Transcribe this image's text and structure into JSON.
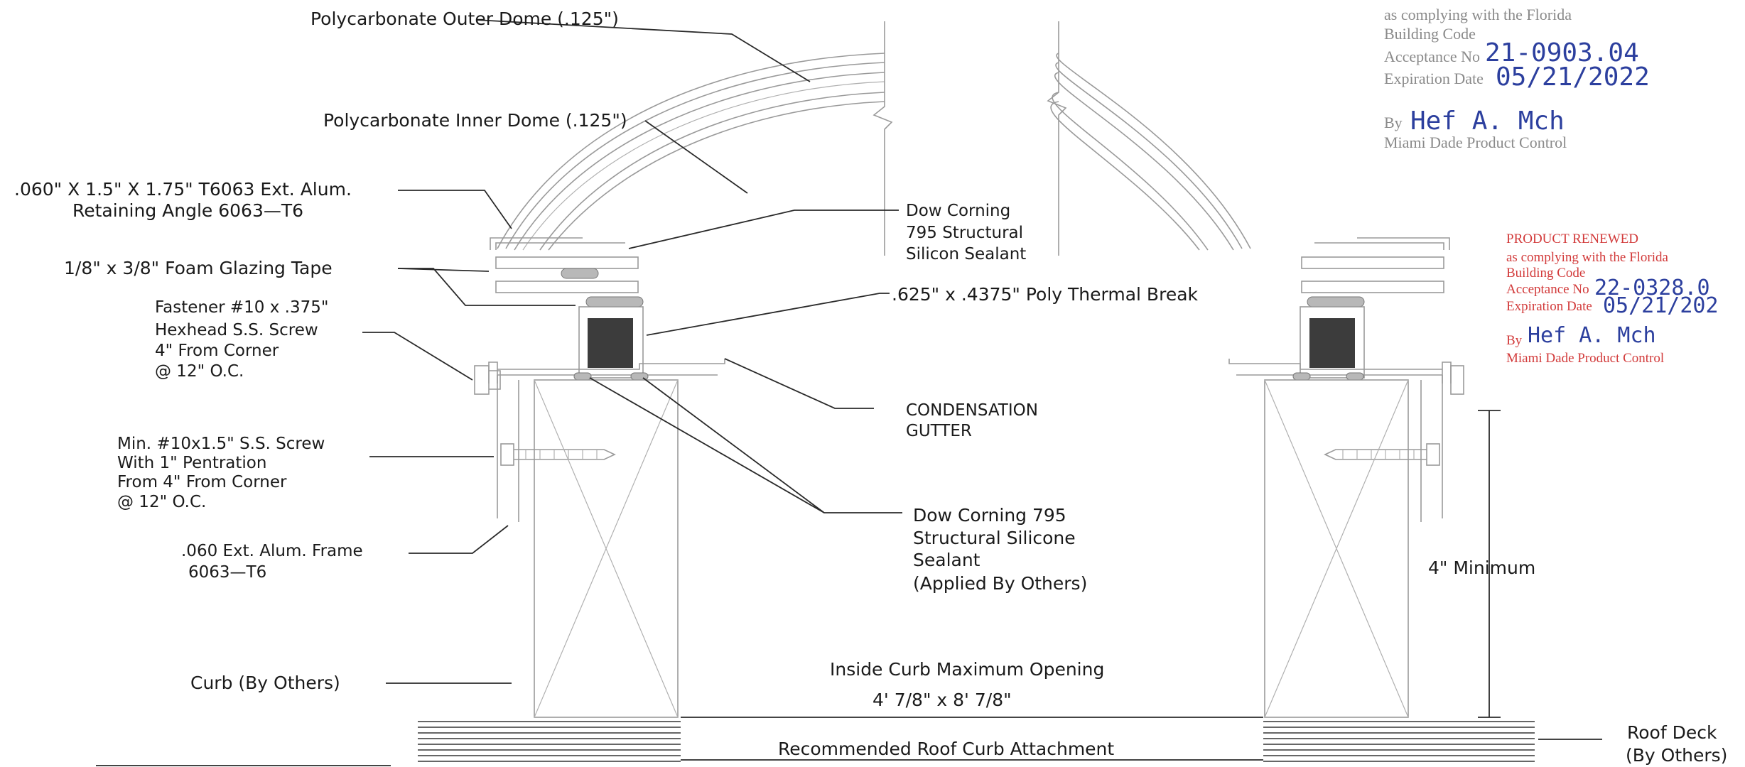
{
  "labels": {
    "outer_dome": "Polycarbonate Outer Dome (.125\")",
    "inner_dome": "Polycarbonate Inner Dome (.125\")",
    "retaining_angle_1": ".060\" X 1.5\" X 1.75\" T6063 Ext. Alum.",
    "retaining_angle_2": "Retaining Angle 6063—T6",
    "glazing_tape": "1/8\" x 3/8\" Foam Glazing Tape",
    "fastener_1": "Fastener #10 x .375\"",
    "fastener_2": "Hexhead S.S. Screw",
    "fastener_3": "4\" From Corner",
    "fastener_4": "@ 12\" O.C.",
    "screw_1": "Min. #10x1.5\" S.S. Screw",
    "screw_2": "With 1\" Pentration",
    "screw_3": "From 4\" From Corner",
    "screw_4": "@ 12\" O.C.",
    "frame_1": ".060 Ext. Alum. Frame",
    "frame_2": "6063—T6",
    "curb": "Curb (By Others)",
    "dow_top_1": "Dow Corning",
    "dow_top_2": "795 Structural",
    "dow_top_3": "Silicon Sealant",
    "thermal_break": ".625\" x .4375\" Poly Thermal Break",
    "condensation_1": "CONDENSATION",
    "condensation_2": "GUTTER",
    "dow_bot_1": "Dow Corning 795",
    "dow_bot_2": "Structural Silicone",
    "dow_bot_3": "Sealant",
    "dow_bot_4": "(Applied By Others)",
    "opening_1": "Inside Curb Maximum Opening",
    "opening_2": "4' 7/8\" x 8' 7/8\"",
    "minimum": "4\" Minimum",
    "roof_deck_1": "Roof Deck",
    "roof_deck_2": "(By Others)",
    "attachment": "Recommended Roof Curb Attachment"
  },
  "stamp_top": {
    "line1": "as complying with the Florida",
    "line2": "Building Code",
    "line3": "Acceptance No",
    "acceptance_no": "21-0903.04",
    "line4": "Expiration Date",
    "expiration_date": "05/21/2022",
    "by": "By",
    "signature": "Hef A. Mch",
    "footer": "Miami Dade Product Control"
  },
  "stamp_renewed": {
    "title": "PRODUCT RENEWED",
    "line1": "as complying with the Florida",
    "line2": "Building Code",
    "line3": "Acceptance No",
    "acceptance_no": "22-0328.0",
    "line4": "Expiration Date",
    "expiration_date": "05/21/202",
    "by": "By",
    "signature": "Hef A. Mch",
    "footer": "Miami Dade Product Control"
  },
  "colors": {
    "line": "#2a2a2a",
    "grey_line": "#9a9a9a",
    "stamp_grey": "#8a8a8a",
    "stamp_red": "#d23a3a",
    "ink_blue": "#2c3f9e",
    "thermal_fill": "#3c3c3c",
    "sealant_fill": "#b8b8b8"
  }
}
